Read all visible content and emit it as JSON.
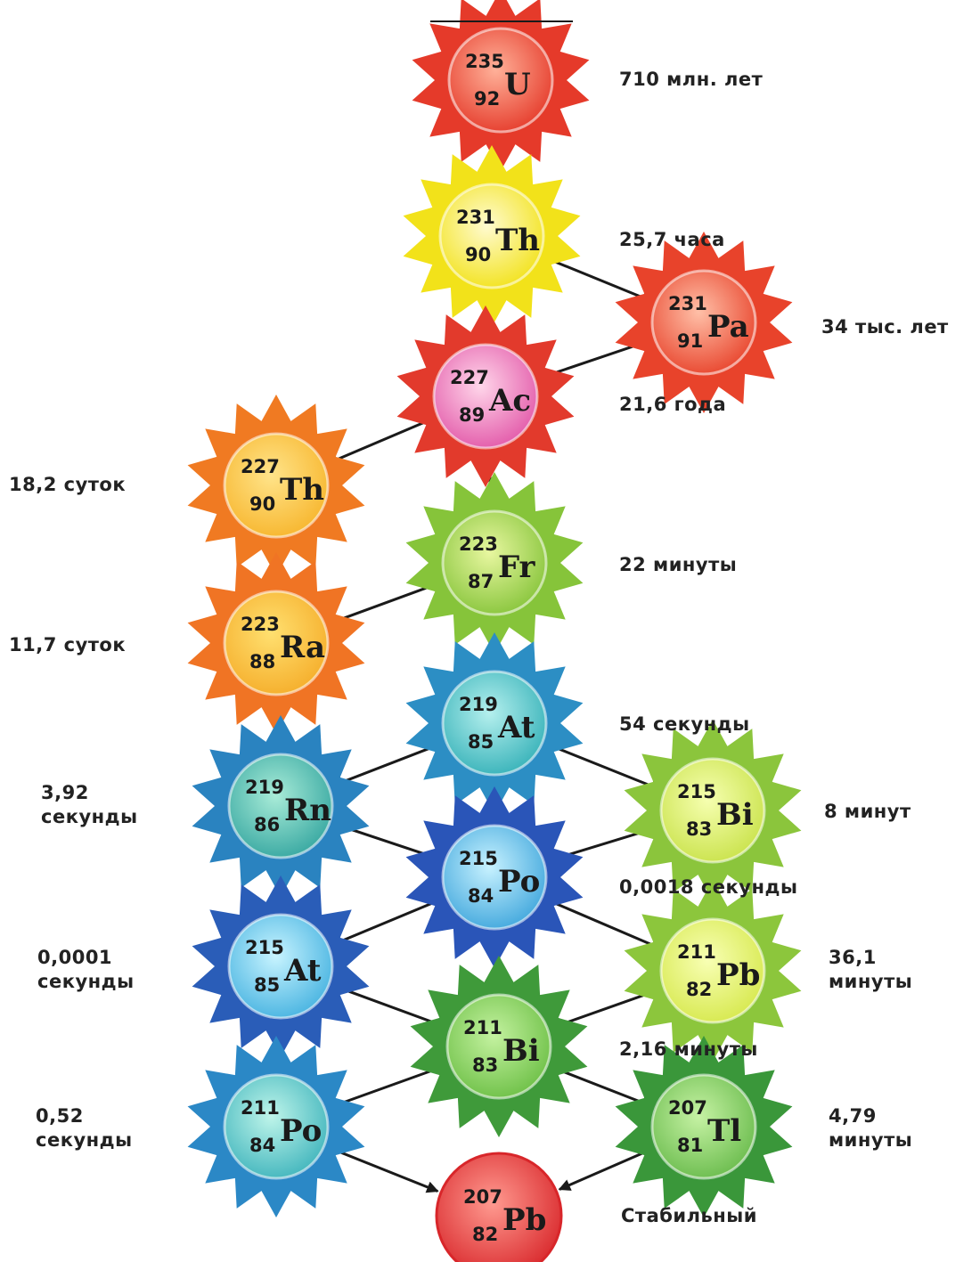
{
  "nuclides": [
    {
      "id": "u235",
      "mass": "235",
      "z": "92",
      "symbol": "U",
      "half_life": "710 млн. лет",
      "color": "#e53a2a",
      "glow": "#ffb199"
    },
    {
      "id": "th231",
      "mass": "231",
      "z": "90",
      "symbol": "Th",
      "half_life": "25,7 часа",
      "color": "#f2e21a",
      "glow": "#fffbd0"
    },
    {
      "id": "pa231",
      "mass": "231",
      "z": "91",
      "symbol": "Pa",
      "half_life": "34 тыс. лет",
      "color": "#e8432b",
      "glow": "#ffc0a8"
    },
    {
      "id": "ac227",
      "mass": "227",
      "z": "89",
      "symbol": "Ac",
      "half_life": "21,6 года",
      "color": "#e23a2c",
      "glow": "#ffd6ea",
      "core": "#e257a8"
    },
    {
      "id": "th227",
      "mass": "227",
      "z": "90",
      "symbol": "Th",
      "half_life": "18,2 суток",
      "color": "#f07a22",
      "glow": "#ffe48a",
      "core": "#f7b52c"
    },
    {
      "id": "fr223",
      "mass": "223",
      "z": "87",
      "symbol": "Fr",
      "half_life": "22 минуты",
      "color": "#86c43a",
      "glow": "#e8f7a0"
    },
    {
      "id": "ra223",
      "mass": "223",
      "z": "88",
      "symbol": "Ra",
      "half_life": "11,7 суток",
      "color": "#f07424",
      "glow": "#ffe070",
      "core": "#f5ad2a"
    },
    {
      "id": "at219",
      "mass": "219",
      "z": "85",
      "symbol": "At",
      "half_life": "54 секунды",
      "color": "#2c8ec4",
      "glow": "#b5f0ee",
      "core": "#35b1b8"
    },
    {
      "id": "rn219",
      "mass": "219",
      "z": "86",
      "symbol": "Rn",
      "half_life": "3,92 секунды",
      "color": "#2a83c0",
      "glow": "#a9ecd8",
      "core": "#35a6a0"
    },
    {
      "id": "bi215",
      "mass": "215",
      "z": "83",
      "symbol": "Bi",
      "half_life": "8 минут",
      "color": "#8bc53c",
      "glow": "#f6ffb0",
      "core": "#c9e24a"
    },
    {
      "id": "po215",
      "mass": "215",
      "z": "84",
      "symbol": "Po",
      "half_life": "0,0018 секунды",
      "color": "#2a55b8",
      "glow": "#c8f2ff",
      "core": "#3fa6dc"
    },
    {
      "id": "at215",
      "mass": "215",
      "z": "85",
      "symbol": "At",
      "half_life": "0,0001 секунды",
      "color": "#2a5db8",
      "glow": "#c8f4ff",
      "core": "#45b2e0"
    },
    {
      "id": "pb211",
      "mass": "211",
      "z": "82",
      "symbol": "Pb",
      "half_life": "36,1 минуты",
      "color": "#8cc63c",
      "glow": "#f8ffb4",
      "core": "#d6e84c"
    },
    {
      "id": "bi211",
      "mass": "211",
      "z": "83",
      "symbol": "Bi",
      "half_life": "2,16 минуты",
      "color": "#3f9a3a",
      "glow": "#c4f2a0",
      "core": "#6cbf45"
    },
    {
      "id": "po211",
      "mass": "211",
      "z": "84",
      "symbol": "Po",
      "half_life": "0,52 секунды",
      "color": "#2b88c6",
      "glow": "#bff5ea",
      "core": "#3fb4bc"
    },
    {
      "id": "tl207",
      "mass": "207",
      "z": "81",
      "symbol": "Tl",
      "half_life": "4,79 минуты",
      "color": "#3a973a",
      "glow": "#c6f2a4",
      "core": "#69bb4c"
    },
    {
      "id": "pb207",
      "mass": "207",
      "z": "82",
      "symbol": "Pb",
      "half_life": "Стабильный",
      "color": "#d8262a",
      "glow": "#ff9a90",
      "stable": true
    }
  ],
  "decays": [
    [
      "u235",
      "th231"
    ],
    [
      "th231",
      "pa231"
    ],
    [
      "pa231",
      "ac227"
    ],
    [
      "ac227",
      "th227"
    ],
    [
      "ac227",
      "fr223"
    ],
    [
      "th227",
      "ra223"
    ],
    [
      "fr223",
      "ra223"
    ],
    [
      "fr223",
      "at219"
    ],
    [
      "ra223",
      "rn219"
    ],
    [
      "at219",
      "rn219"
    ],
    [
      "at219",
      "bi215"
    ],
    [
      "rn219",
      "po215"
    ],
    [
      "bi215",
      "po215"
    ],
    [
      "po215",
      "at215"
    ],
    [
      "po215",
      "pb211"
    ],
    [
      "at215",
      "bi211"
    ],
    [
      "pb211",
      "bi211"
    ],
    [
      "bi211",
      "po211"
    ],
    [
      "bi211",
      "tl207"
    ],
    [
      "po211",
      "pb207"
    ],
    [
      "tl207",
      "pb207"
    ]
  ]
}
